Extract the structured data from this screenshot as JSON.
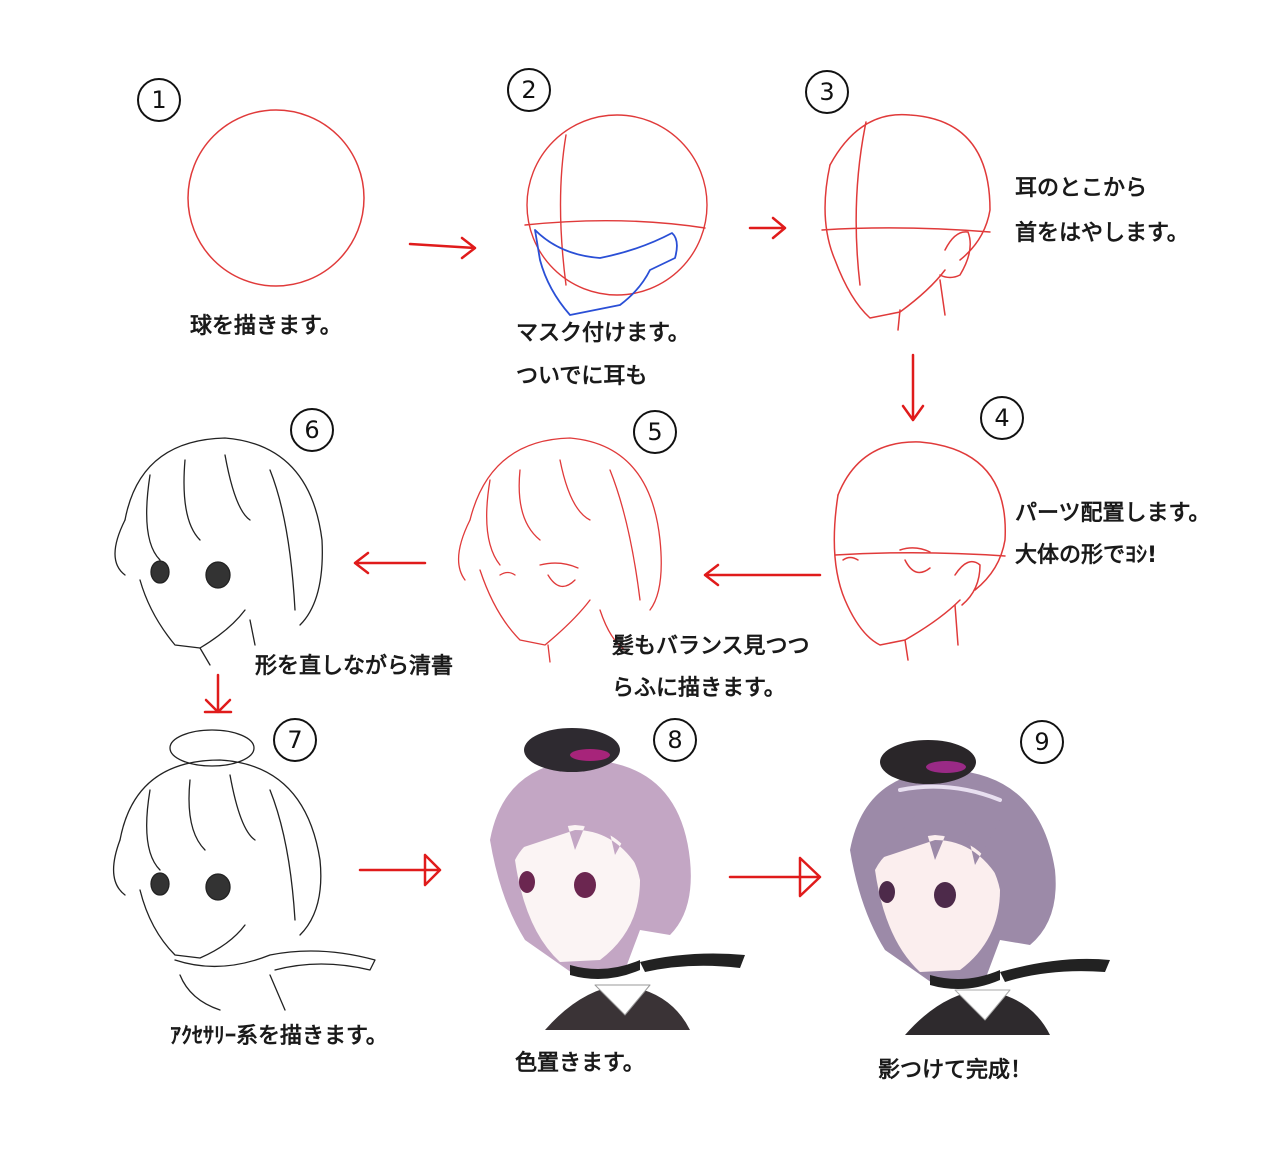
{
  "steps": [
    {
      "number": "1",
      "caption": [
        "球を描きます。"
      ]
    },
    {
      "number": "2",
      "caption": [
        "マスク付けます。",
        "ついでに耳も"
      ]
    },
    {
      "number": "3",
      "caption": [
        "耳のとこから",
        "首をはやします。"
      ]
    },
    {
      "number": "4",
      "caption": [
        "パーツ配置します。",
        "大体の形でﾖｼ!"
      ]
    },
    {
      "number": "5",
      "caption": [
        "髪もバランス見つつ",
        "らふに描きます。"
      ]
    },
    {
      "number": "6",
      "caption": [
        "形を直しながら清書"
      ]
    },
    {
      "number": "7",
      "caption": [
        "ｱｸｾｻﾘｰ系を描きます。"
      ]
    },
    {
      "number": "8",
      "caption": [
        "色置きます。"
      ]
    },
    {
      "number": "9",
      "caption": [
        "影つけて完成！"
      ]
    }
  ],
  "colors": {
    "sketch": "#e03a3a",
    "mask": "#2a4fd6",
    "arrow": "#e01b1b",
    "hair": "#b79ab8",
    "ink": "#222222"
  }
}
